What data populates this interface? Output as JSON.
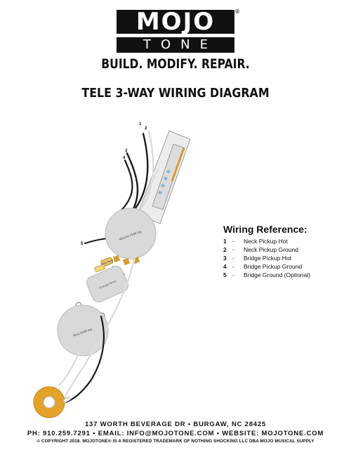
{
  "logo": {
    "top_text": "MOJO",
    "bottom_text": "TONE",
    "reg": "®"
  },
  "tagline": "BUILD. MODIFY. REPAIR.",
  "title": "TELE 3-WAY WIRING DIAGRAM",
  "wire_numbers": [
    "1",
    "2",
    "3",
    "4",
    "5"
  ],
  "components": {
    "volume_label": "Volume\n250K log",
    "tone_label": "Tone\n250K log",
    "cap_label": "Orange Drop",
    "resistor_label": "Treble Bleed"
  },
  "reference": {
    "heading": "Wiring Reference:",
    "items": [
      {
        "num": "1",
        "dash": "-",
        "text": "Neck Pickup Hot"
      },
      {
        "num": "2",
        "dash": "-",
        "text": "Neck Pickup Ground"
      },
      {
        "num": "3",
        "dash": "-",
        "text": "Bridge Pickup Hot"
      },
      {
        "num": "4",
        "dash": "-",
        "text": "Bridge Pickup Ground"
      },
      {
        "num": "5",
        "dash": "-",
        "text": "Bridge Ground (Optional)"
      }
    ]
  },
  "footer": {
    "address": "137 WORTH BEVERAGE DR • BURGAW, NC 28425",
    "contact": "PH: 910.259.7291 • EMAIL: INFO@MOJOTONE.COM • WEBSITE: MOJOTONE.COM",
    "copyright": "© COPYRIGHT 2018. MOJOTONE® IS A REGISTERED TRADEMARK OF NOTHING SHOCKING LLC DBA MOJO MUSICAL SUPPLY"
  },
  "colors": {
    "wire_black": "#1a1a1a",
    "wire_white": "#e9e9e9",
    "pot_gray": "#d9d9d9",
    "jack_orange": "#e3a32a",
    "lug_gold": "#d99b2b"
  }
}
